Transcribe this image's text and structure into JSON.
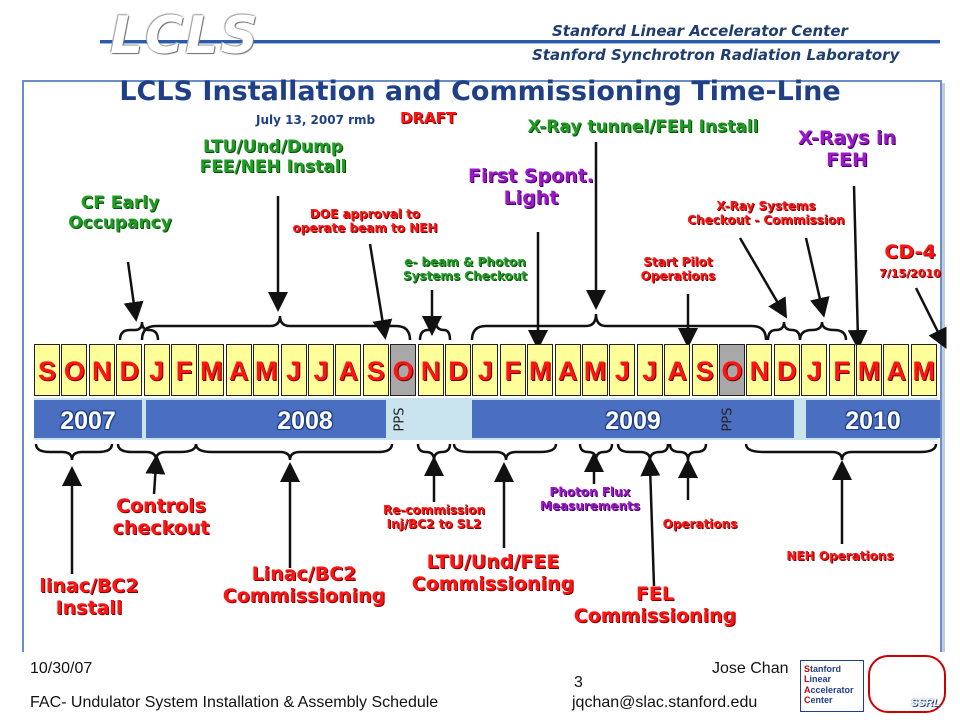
{
  "header": {
    "logo": "LCLS",
    "org_line1": "Stanford Linear Accelerator Center",
    "org_line2": "Stanford Synchrotron Radiation Laboratory"
  },
  "title": "LCLS Installation and Commissioning Time-Line",
  "date_note": "July 13, 2007 rmb",
  "draft": "DRAFT",
  "top_labels": {
    "cf_early": "CF Early\nOccupancy",
    "ltu_install": "LTU/Und/Dump\nFEE/NEH Install",
    "doe": "DOE approval to\noperate beam to NEH",
    "ebeam": "e- beam & Photon\nSystems Checkout",
    "first_spont": "First Spont.\nLight",
    "xray_tunnel": "X-Ray tunnel/FEH Install",
    "start_pilot": "Start Pilot\nOperations",
    "xray_systems": "X-Ray Systems\nCheckout - Commission",
    "xrays_feh": "X-Rays in\nFEH",
    "cd4": "CD-4",
    "cd4_date": "7/15/2010"
  },
  "months": [
    "S",
    "O",
    "N",
    "D",
    "J",
    "F",
    "M",
    "A",
    "M",
    "J",
    "J",
    "A",
    "S",
    "O",
    "N",
    "D",
    "J",
    "F",
    "M",
    "A",
    "M",
    "J",
    "J",
    "A",
    "S",
    "O",
    "N",
    "D",
    "J",
    "F",
    "M",
    "A",
    "M"
  ],
  "gray_months": [
    13,
    25
  ],
  "years": [
    "2007",
    "2008",
    "2009",
    "2010"
  ],
  "pps": "PPS",
  "bottom_labels": {
    "linac_install": "linac/BC2\nInstall",
    "controls": "Controls\ncheckout",
    "linac_comm": "Linac/BC2\nCommissioning",
    "recomm": "Re-commission\nInj/BC2 to SL2",
    "ltu_comm": "LTU/Und/FEE\nCommissioning",
    "photon_flux": "Photon Flux\nMeasurements",
    "fel_comm": "FEL\nCommissioning",
    "operations": "Operations",
    "neh_ops": "NEH Operations"
  },
  "footer": {
    "date": "10/30/07",
    "author": "Jose Chan",
    "page": "3",
    "left": "FAC- Undulator System Installation & Assembly Schedule",
    "email": "jqchan@slac.stanford.edu",
    "logo": "SSRL"
  }
}
